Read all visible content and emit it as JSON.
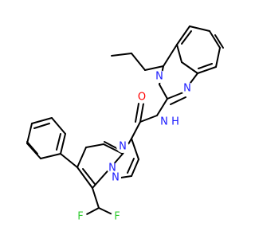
{
  "atoms": {
    "n_amide": {
      "text": "N",
      "color": "#1a1aff"
    },
    "h_amide": {
      "text": "H",
      "color": "#1a1aff"
    },
    "o_carbonyl": {
      "text": "O",
      "color": "#ff0000"
    },
    "n_bzim1": {
      "text": "N",
      "color": "#1a1aff"
    },
    "n_bzim3": {
      "text": "N",
      "color": "#1a1aff"
    },
    "n_pyrim4": {
      "text": "N",
      "color": "#1a1aff"
    },
    "n_bridge": {
      "text": "N",
      "color": "#1a1aff"
    },
    "n_pyrazole": {
      "text": "N",
      "color": "#1a1aff"
    },
    "f_1": {
      "text": "F",
      "color": "#33cc33"
    },
    "f_2": {
      "text": "F",
      "color": "#33cc33"
    }
  }
}
